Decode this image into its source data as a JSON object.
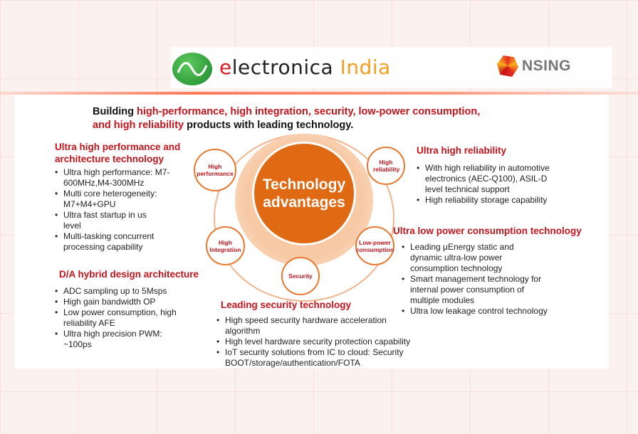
{
  "header": {
    "brand_e": "e",
    "brand_lectronica": "lectronica ",
    "brand_india": "India",
    "partner": "NSING"
  },
  "headline": {
    "l1a": "Building ",
    "l1b": "high-performance, high integration, security, low-power consumption,",
    "l2a": "and high reliability",
    "l2b": " products with leading technology."
  },
  "center": {
    "line1": "Technology",
    "line2": "advantages"
  },
  "nodes": {
    "performance": "High performance",
    "reliability": "High reliability",
    "integration": "High Integration",
    "lowpower": "Low-power consumption",
    "security": "Security"
  },
  "sections": {
    "performance": {
      "title1": "Ultra high performance and",
      "title2": "architecture technology",
      "items": [
        "Ultra high performance: M7-600MHz,M4-300MHz",
        "Multi core heterogeneity: M7+M4+GPU",
        "Ultra fast startup in us level",
        "Multi-tasking concurrent processing capability"
      ]
    },
    "da": {
      "title": "D/A hybrid design architecture",
      "items": [
        "ADC sampling up to 5Msps",
        "High gain bandwidth OP",
        "Low power consumption, high reliability AFE",
        "Ultra high precision PWM: ~100ps"
      ]
    },
    "reliability": {
      "title": "Ultra high reliability",
      "items": [
        "With high reliability in automotive electronics (AEC-Q100), ASIL-D level technical support",
        "High reliability storage capability"
      ]
    },
    "lowpower": {
      "title": "Ultra low power consumption technology",
      "items": [
        "Leading μEnergy static and dynamic ultra-low power consumption technology",
        "Smart management technology for internal power consumption of multiple modules",
        "Ultra low leakage control technology"
      ]
    },
    "security": {
      "title": "Leading security technology",
      "items": [
        "High speed security hardware acceleration algorithm",
        "High level hardware security protection capability",
        "IoT security solutions from IC to cloud: Security BOOT/storage/authentication/FOTA"
      ]
    }
  }
}
